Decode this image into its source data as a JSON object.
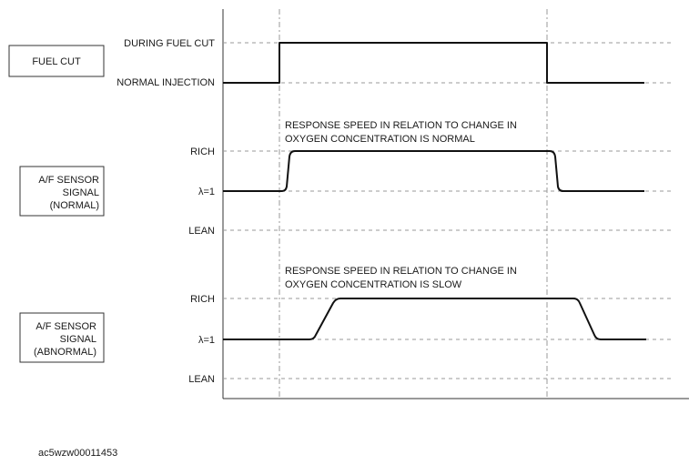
{
  "fuel_cut_group": {
    "box_label": "FUEL CUT",
    "levels": {
      "high": "DURING FUEL CUT",
      "low": "NORMAL INJECTION"
    }
  },
  "normal_group": {
    "box_lines": [
      "A/F SENSOR",
      "SIGNAL",
      "(NORMAL)"
    ],
    "levels": {
      "rich": "RICH",
      "lambda": "λ=1",
      "lean": "LEAN"
    },
    "note_lines": [
      "RESPONSE SPEED IN RELATION TO CHANGE IN",
      "OXYGEN CONCENTRATION IS NORMAL"
    ]
  },
  "abnormal_group": {
    "box_lines": [
      "A/F SENSOR",
      "SIGNAL",
      "(ABNORMAL)"
    ],
    "levels": {
      "rich": "RICH",
      "lambda": "λ=1",
      "lean": "LEAN"
    },
    "note_lines": [
      "RESPONSE SPEED IN RELATION TO CHANGE IN",
      "OXYGEN CONCENTRATION IS SLOW"
    ]
  },
  "figure_id": "ac5wzw00011453"
}
